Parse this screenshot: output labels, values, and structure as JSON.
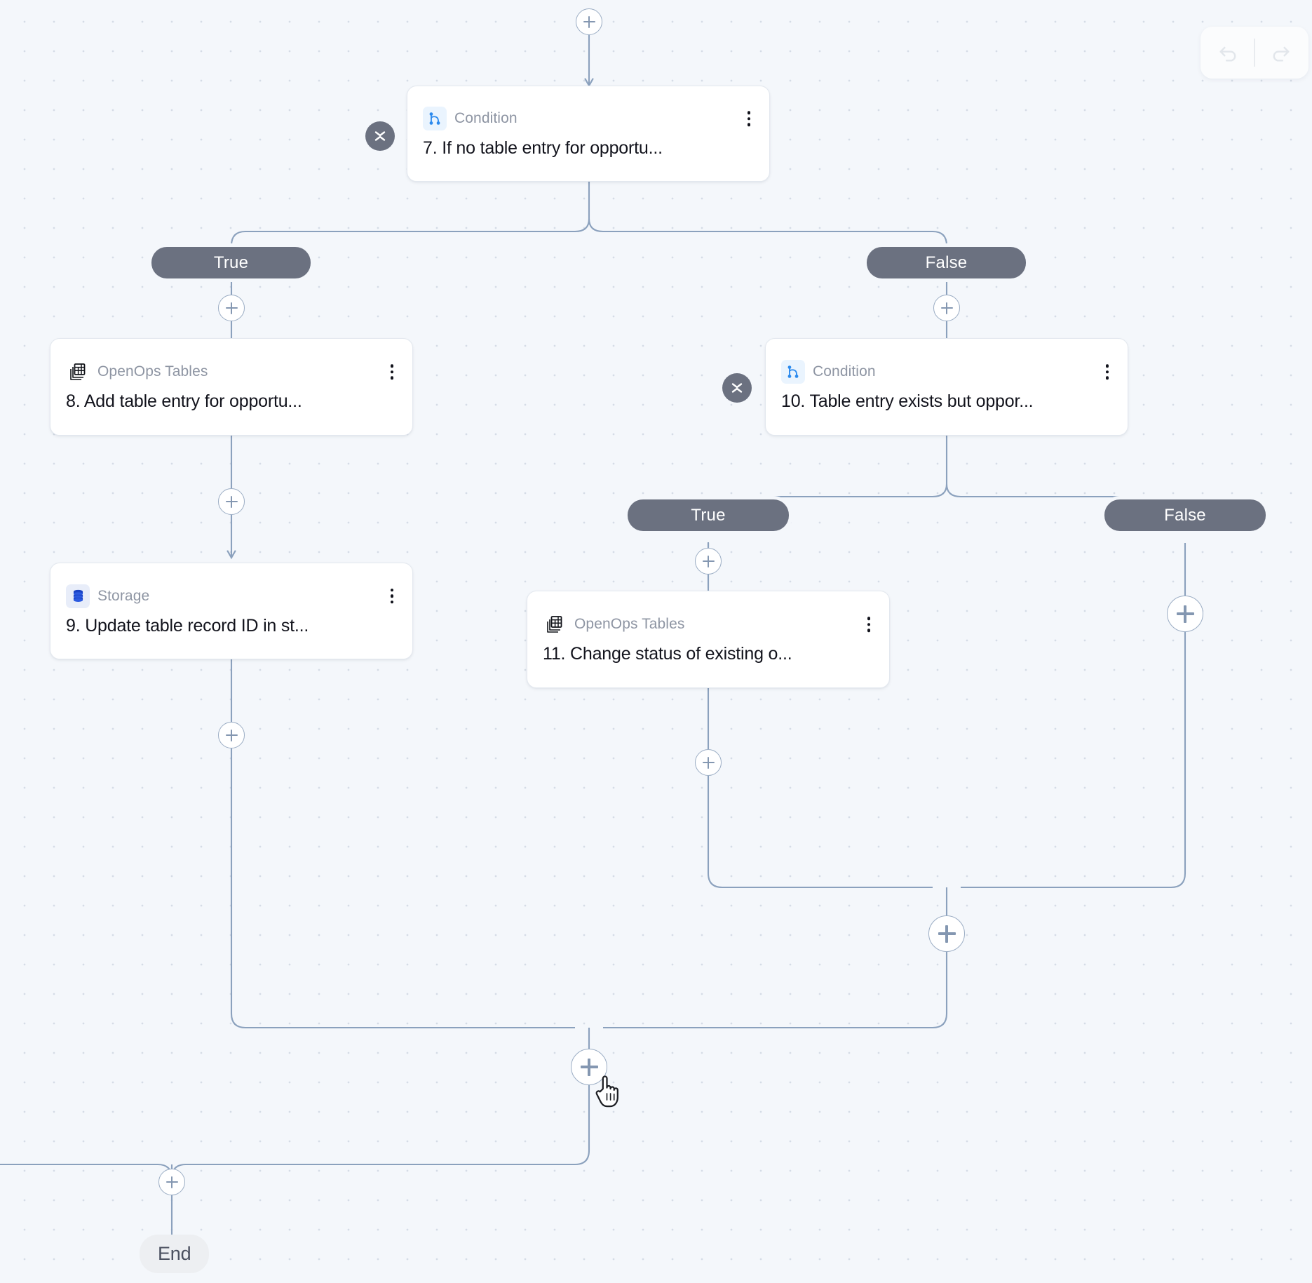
{
  "canvas": {
    "background_color": "#f4f7fb",
    "edge_color": "#8ba1bd",
    "pill_color": "#6b7180",
    "accent_blue": "#2b8aee"
  },
  "history": {
    "undo_label": "Undo",
    "redo_label": "Redo",
    "undo_icon": "undo-arrow-icon",
    "redo_icon": "redo-arrow-icon"
  },
  "nodes": [
    {
      "id": "step7",
      "piece": "Condition",
      "title": "7. If no table entry for opportu...",
      "icon": "condition-branch-icon",
      "collapsible": true
    },
    {
      "id": "step8",
      "piece": "OpenOps Tables",
      "title": "8. Add table entry for opportu...",
      "icon": "openops-tables-icon",
      "collapsible": false
    },
    {
      "id": "step9",
      "piece": "Storage",
      "title": "9. Update table record ID in st...",
      "icon": "storage-database-icon",
      "collapsible": false
    },
    {
      "id": "step10",
      "piece": "Condition",
      "title": "10. Table entry exists but oppor...",
      "icon": "condition-branch-icon",
      "collapsible": true
    },
    {
      "id": "step11",
      "piece": "OpenOps Tables",
      "title": "11. Change status of existing o...",
      "icon": "openops-tables-icon",
      "collapsible": false
    }
  ],
  "branches": {
    "cond7_true": "True",
    "cond7_false": "False",
    "cond10_true": "True",
    "cond10_false": "False"
  },
  "end_node": {
    "label": "End"
  },
  "add_buttons": {
    "top": "add-step",
    "cond7_true": "add-step",
    "cond7_false": "add-step",
    "after_step8": "add-step",
    "after_step9": "add-step",
    "cond10_true": "add-step",
    "cond10_false": "add-step",
    "after_step11": "add-step",
    "cond10_merge": "add-step",
    "main_merge": "add-step",
    "before_end": "add-step"
  },
  "cursor": {
    "type": "pointing-hand"
  }
}
